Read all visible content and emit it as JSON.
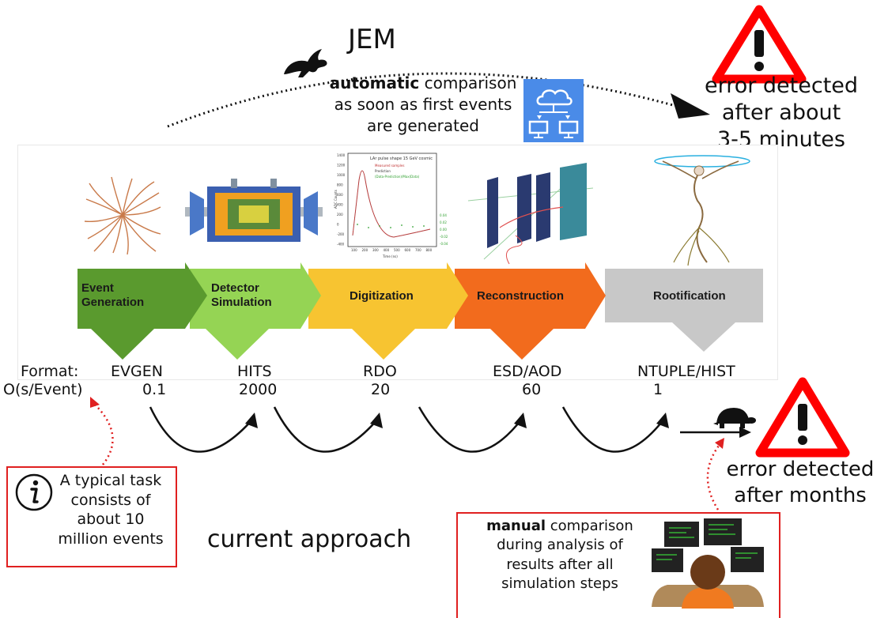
{
  "top": {
    "title": "JEM",
    "note_bold": "automatic",
    "note_line1_rest": " comparison",
    "note_line2": "as soon as first events",
    "note_line3": "are generated",
    "error_line1": "error detected",
    "error_line2": "after about",
    "error_line3": "3-5 minutes"
  },
  "stages": [
    {
      "label_line1": "Event",
      "label_line2": "Generation",
      "color": "#5a9a2e"
    },
    {
      "label_line1": "Detector",
      "label_line2": "Simulation",
      "color": "#95d454"
    },
    {
      "label_line1": "Digitization",
      "label_line2": "",
      "color": "#f7c431"
    },
    {
      "label_line1": "Reconstruction",
      "label_line2": "",
      "color": "#f26b1d"
    },
    {
      "label_line1": "Rootification",
      "label_line2": "",
      "color": "#c8c8c8"
    }
  ],
  "plot_thumb": {
    "title": "LAr pulse shape 15 GeV cosmic",
    "legend": [
      "Measured samples",
      "Prediction",
      "(Data-Prediction)/Max(Data)"
    ],
    "ylabel": "ADC Counts",
    "xlabel": "Time (ns)",
    "yticks": [
      "1400",
      "1200",
      "1000",
      "800",
      "600",
      "400",
      "200",
      "0",
      "-200",
      "-400"
    ],
    "xticks": [
      "100",
      "200",
      "300",
      "400",
      "500",
      "600",
      "700",
      "800"
    ],
    "rticks": [
      "0.04",
      "0.02",
      "0.00",
      "-0.02",
      "-0.04"
    ]
  },
  "format_row": {
    "label": "Format:",
    "values": [
      "EVGEN",
      "HITS",
      "RDO",
      "ESD/AOD",
      "NTUPLE/HIST"
    ]
  },
  "time_row": {
    "label": "O(s/Event)",
    "values": [
      "0.1",
      "2000",
      "20",
      "60",
      "1"
    ]
  },
  "bottom": {
    "task_line1": "A typical task",
    "task_line2": "consists of",
    "task_line3": "about 10",
    "task_line4": "million events",
    "approach": "current approach",
    "manual_bold": "manual",
    "manual_line1_rest": " comparison",
    "manual_line2": "during analysis of",
    "manual_line3": "results after all",
    "manual_line4": "simulation steps",
    "error_line1": "error detected",
    "error_line2": "after months"
  },
  "colors": {
    "warning_red": "#ff0000",
    "box_border": "#e02020",
    "cloud_blue": "#4a8be8",
    "info_dotted": "#e02020"
  },
  "icons": [
    "rabbit-icon",
    "cloud-computers-icon",
    "warning-icon",
    "turtle-icon",
    "info-icon",
    "programmer-icon"
  ]
}
